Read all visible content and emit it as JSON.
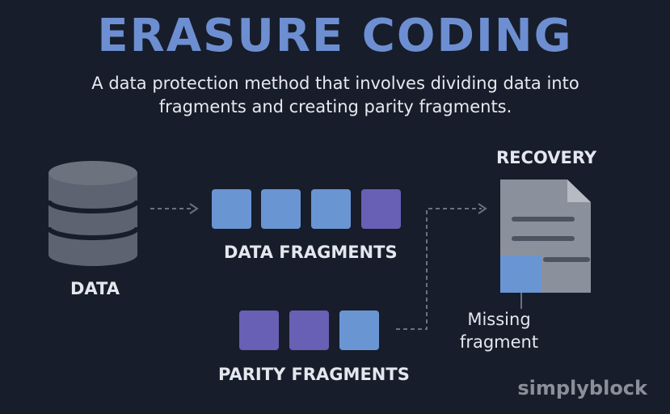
{
  "title": "ERASURE CODING",
  "subtitle_line1": "A data protection method that involves dividing data into",
  "subtitle_line2": "fragments and creating parity fragments.",
  "data_label": "DATA",
  "data_fragments_label": "DATA FRAGMENTS",
  "parity_fragments_label": "PARITY FRAGMENTS",
  "recovery_label": "RECOVERY",
  "missing_line1": "Missing",
  "missing_line2": "fragment",
  "brand": "simplyblock",
  "colors": {
    "background": "#171d2a",
    "title": "#6d8fd2",
    "data_fragment": "#6a95d3",
    "parity_fragment": "#6760b4",
    "database": "#5d6370",
    "document": "#8b919c"
  }
}
